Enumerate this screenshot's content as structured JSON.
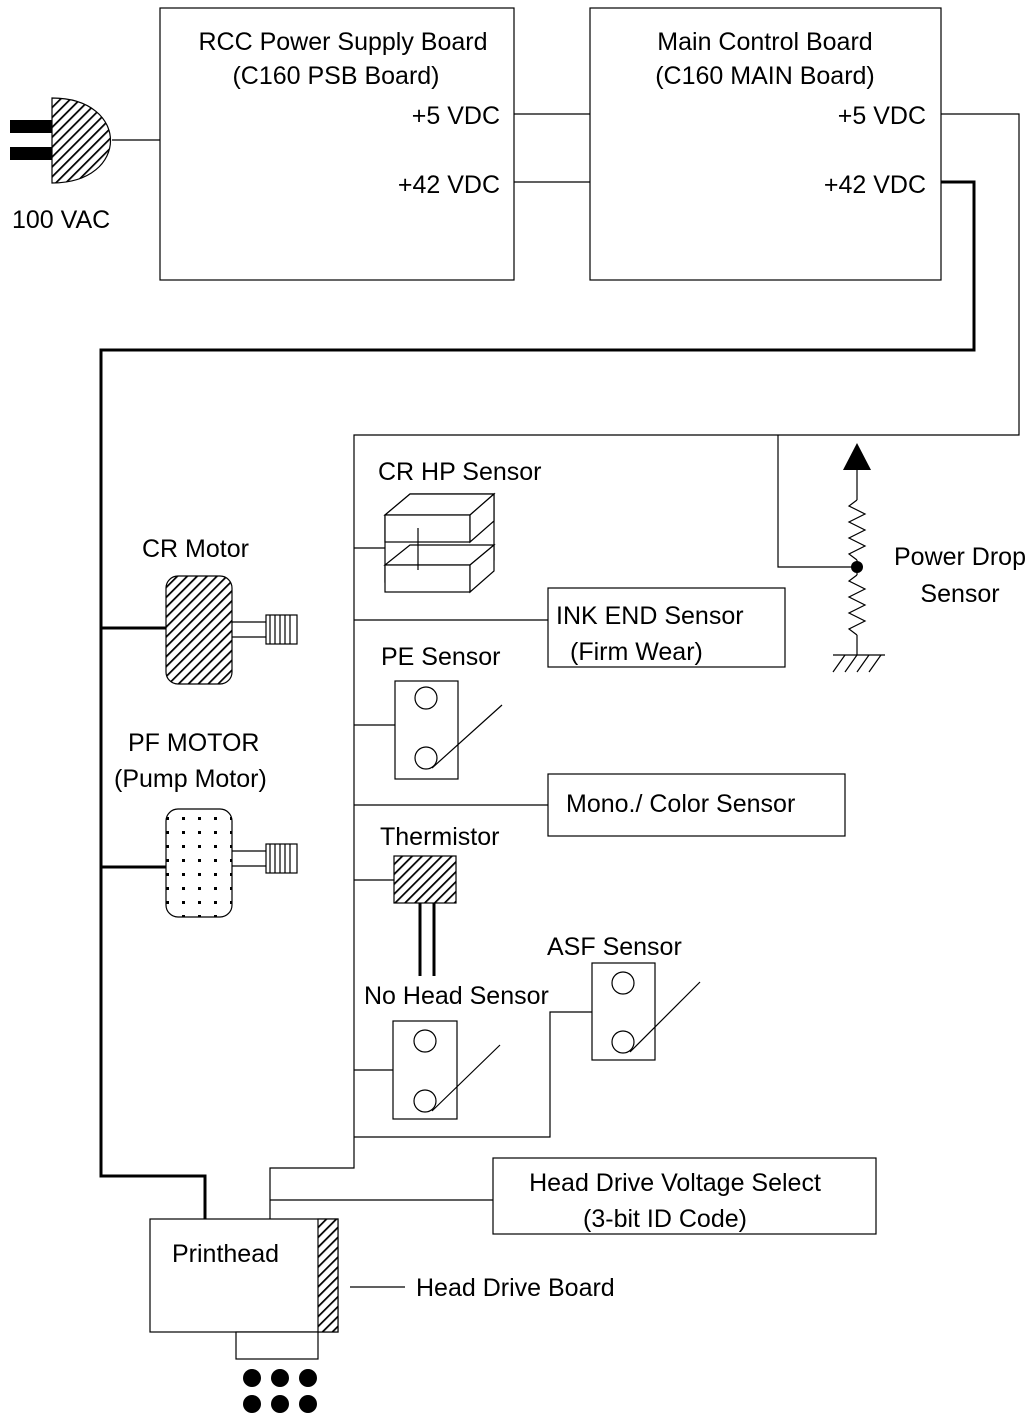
{
  "psb_board": {
    "title": "RCC Power Supply Board",
    "subtitle": "(C160 PSB Board)",
    "v5": "+5 VDC",
    "v42": "+42 VDC"
  },
  "main_board": {
    "title": "Main Control Board",
    "subtitle": "(C160 MAIN Board)",
    "v5": "+5 VDC",
    "v42": "+42 VDC"
  },
  "ac_input": "100 VAC",
  "cr_motor": "CR Motor",
  "pf_motor": {
    "line1": "PF MOTOR",
    "line2": "(Pump Motor)"
  },
  "cr_hp_sensor": "CR HP Sensor",
  "power_drop_sensor": {
    "line1": "Power Drop",
    "line2": "Sensor"
  },
  "ink_end_sensor": {
    "line1": "INK END Sensor",
    "line2": "(Firm Wear)"
  },
  "pe_sensor": "PE Sensor",
  "mono_color_sensor": "Mono./ Color Sensor",
  "thermistor": "Thermistor",
  "asf_sensor": "ASF Sensor",
  "no_head_sensor": "No Head Sensor",
  "head_voltage_select": {
    "line1": "Head Drive Voltage Select",
    "line2": "(3-bit ID Code)"
  },
  "printhead": "Printhead",
  "head_drive_board": "Head Drive Board"
}
